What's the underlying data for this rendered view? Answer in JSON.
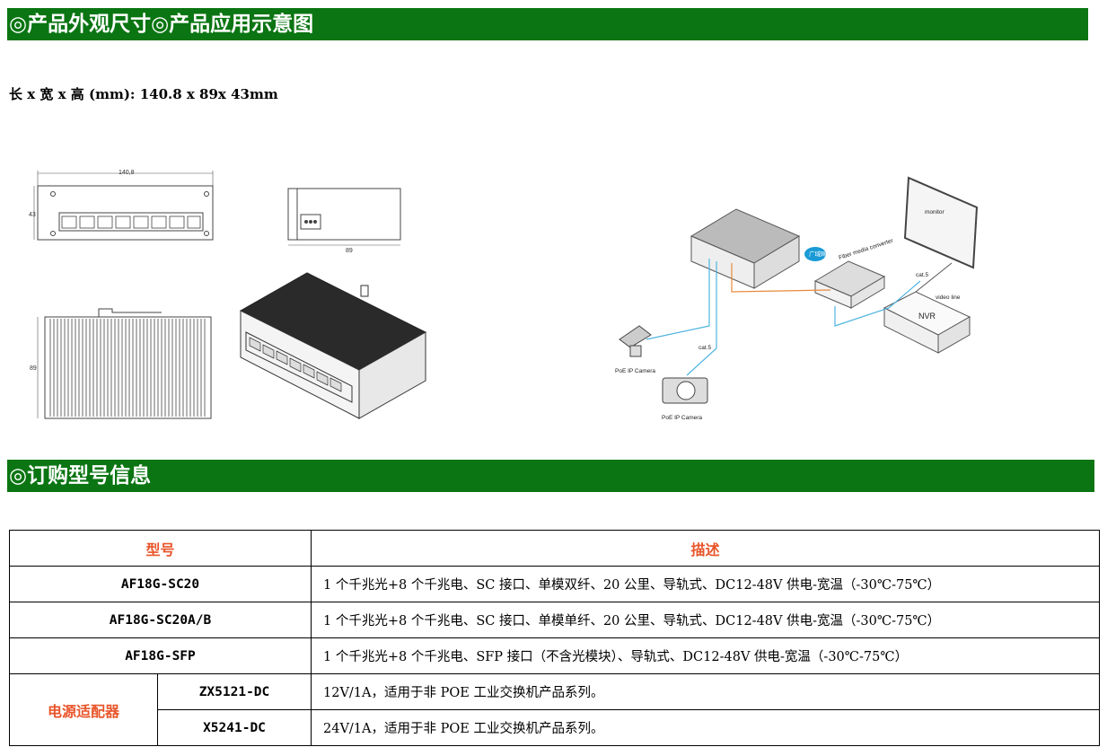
{
  "sections": {
    "dimensions_title": "◎产品外观尺寸◎产品应用示意图",
    "ordering_title": "◎订购型号信息"
  },
  "dimensions_text": "长 x 宽 x 高 (mm): 140.8 x 89x 43mm",
  "drawing": {
    "front_width": "140,8",
    "front_height": "43",
    "side_depth": "89",
    "top_depth": "89"
  },
  "application": {
    "monitor": "monitor",
    "nvr": "NVR",
    "video_line": "video line",
    "fiber_converter": "Fiber media converter",
    "cat5_a": "cat.5",
    "cat5_b": "cat.5",
    "camera_a": "PoE IP Camera",
    "camera_b": "PoE IP Camera",
    "cloud": "广域网"
  },
  "table": {
    "header_model": "型号",
    "header_desc": "描述",
    "rows": [
      {
        "model": "AF18G-SC20",
        "desc": "1 个千兆光+8 个千兆电、SC 接口、单模双纤、20 公里、导轨式、DC12-48V 供电-宽温（-30℃-75℃）"
      },
      {
        "model": "AF18G-SC20A/B",
        "desc": "1 个千兆光+8 个千兆电、SC 接口、单模单纤、20 公里、导轨式、DC12-48V 供电-宽温（-30℃-75℃）"
      },
      {
        "model": "AF18G-SFP",
        "desc": "1 个千兆光+8 个千兆电、SFP 接口（不含光模块）、导轨式、DC12-48V 供电-宽温（-30℃-75℃）"
      }
    ],
    "adapter_label": "电源适配器",
    "adapters": [
      {
        "model": "ZX5121-DC",
        "desc": "12V/1A，适用于非 POE 工业交换机产品系列。"
      },
      {
        "model": "X5241-DC",
        "desc": "24V/1A，适用于非 POE 工业交换机产品系列。"
      }
    ]
  }
}
